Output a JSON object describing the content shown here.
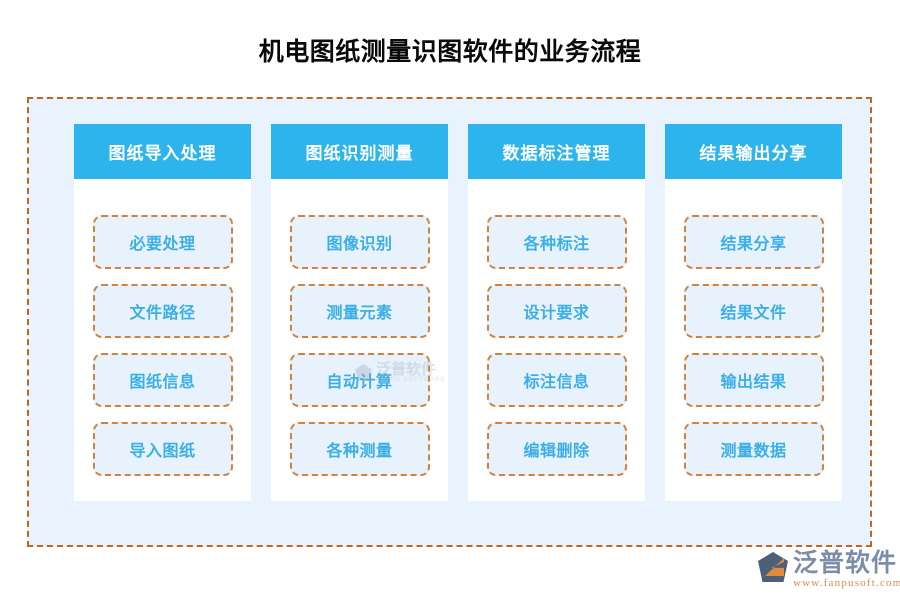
{
  "page": {
    "title": "机电图纸测量识图软件的业务流程",
    "background_color": "#ffffff",
    "panel_background_color": "#e9f3fd",
    "panel_border_color": "#c4661c",
    "header_color": "#2db4ec",
    "item_text_color": "#3bafe6",
    "item_border_color": "#d1823c",
    "item_fill_color": "#e8f2fc"
  },
  "flow": {
    "columns": [
      {
        "header": "图纸导入处理",
        "items": [
          {
            "label": "必要处理"
          },
          {
            "label": "文件路径"
          },
          {
            "label": "图纸信息"
          },
          {
            "label": "导入图纸"
          }
        ]
      },
      {
        "header": "图纸识别测量",
        "items": [
          {
            "label": "图像识别"
          },
          {
            "label": "测量元素"
          },
          {
            "label": "自动计算"
          },
          {
            "label": "各种测量"
          }
        ]
      },
      {
        "header": "数据标注管理",
        "items": [
          {
            "label": "各种标注"
          },
          {
            "label": "设计要求"
          },
          {
            "label": "标注信息"
          },
          {
            "label": "编辑删除"
          }
        ]
      },
      {
        "header": "结果输出分享",
        "items": [
          {
            "label": "结果分享"
          },
          {
            "label": "结果文件"
          },
          {
            "label": "输出结果"
          },
          {
            "label": "测量数据"
          }
        ]
      }
    ]
  },
  "watermark": {
    "name_cn": "泛普软件",
    "name_en": "FANPU SOFTWARE"
  },
  "brand": {
    "name": "泛普软件",
    "url": "www.fanpusoft.com",
    "mark_color": "#4e5f7a",
    "accent_color": "#e08a3c"
  }
}
